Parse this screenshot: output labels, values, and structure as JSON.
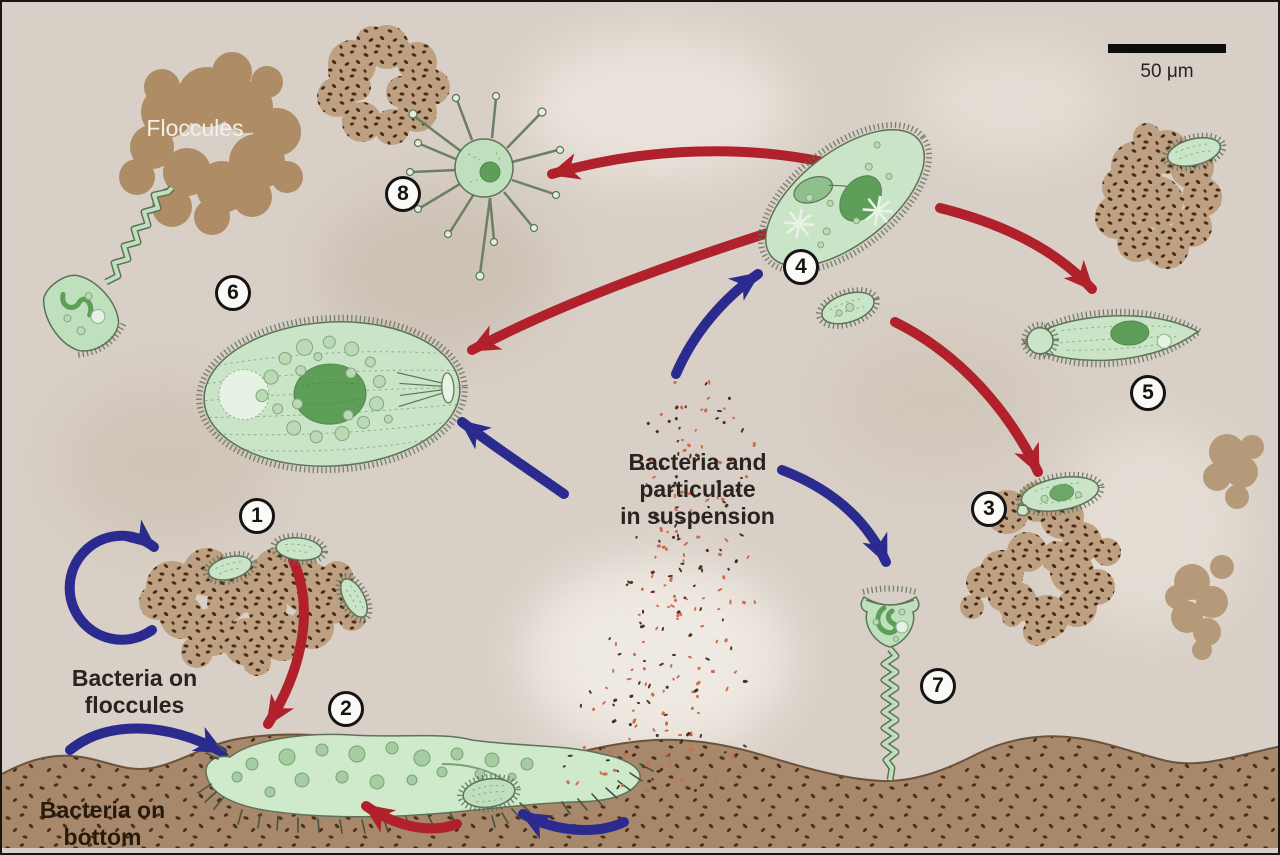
{
  "title": "Ciliate and bacteria food-web diagram",
  "scale_bar": {
    "label": "50 μm"
  },
  "labels": {
    "floccules": "Floccules",
    "suspension_line1": "Bacteria and",
    "suspension_line2": "particulate",
    "suspension_line3": "in suspension",
    "on_floccules_line1": "Bacteria on",
    "on_floccules_line2": "floccules",
    "on_bottom_line1": "Bacteria on",
    "on_bottom_line2": "bottom"
  },
  "markers": [
    {
      "label": "1"
    },
    {
      "label": "2"
    },
    {
      "label": "3"
    },
    {
      "label": "4"
    },
    {
      "label": "5"
    },
    {
      "label": "6"
    },
    {
      "label": "7"
    },
    {
      "label": "8"
    }
  ],
  "colors": {
    "background": "#d8cfc6",
    "sediment": "#a8886a",
    "floccule_plain": "#ad8c66",
    "floccule_specked": "#bea183",
    "speck": "#4a2a15",
    "cell_fill": "#c9e4c6",
    "nucleus": "#5f9e58",
    "arrow_red": "#b0212b",
    "arrow_blue": "#2b2b8f",
    "particle_orange": "#d06a4a",
    "particle_dark": "#4f3020"
  }
}
